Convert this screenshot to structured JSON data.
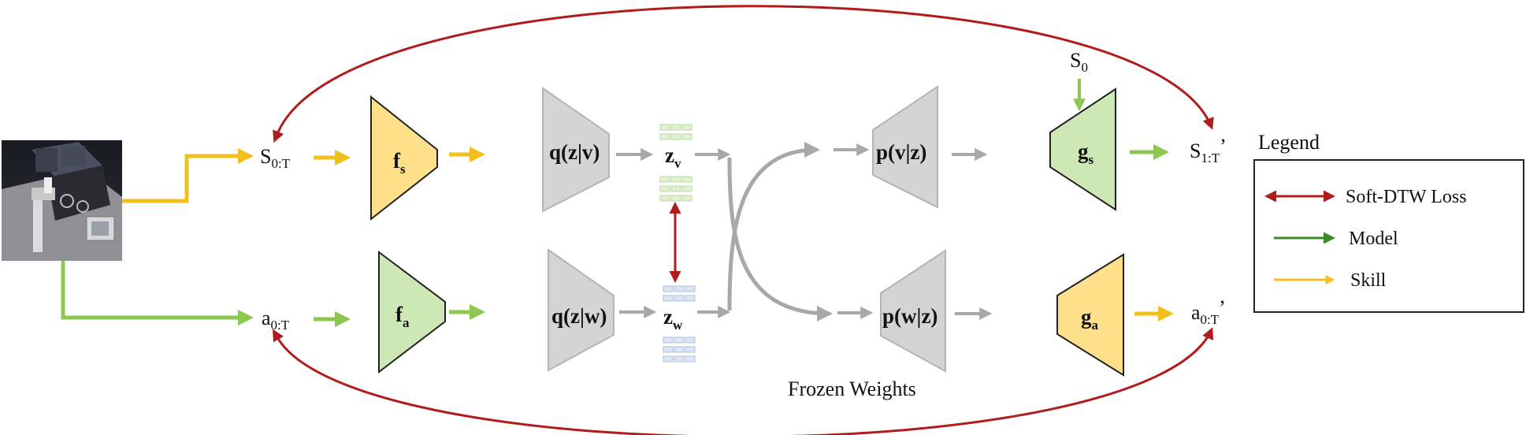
{
  "colors": {
    "loss": "#b01c1c",
    "model": "#3e8a2a",
    "skill": "#f2c01e",
    "green_line": "#8cc84f",
    "frozen": "#a8a8a8",
    "frozen_fill": "#d4d4d4",
    "green_fill": "#cde8b4",
    "yellow_fill": "#fee08b"
  },
  "inputs": {
    "state": "S",
    "state_sub": "0:T",
    "action": "a",
    "action_sub": "0:T"
  },
  "encoders": {
    "fs": "f",
    "fs_sub": "s",
    "fa": "f",
    "fa_sub": "a"
  },
  "posteriors": {
    "qzv": "q(z|v)",
    "qzw": "q(z|w)"
  },
  "latents": {
    "zv": "z",
    "zv_sub": "v",
    "zw": "z",
    "zw_sub": "w"
  },
  "priors": {
    "pvz": "p(v|z)",
    "pwz": "p(w|z)"
  },
  "decoders": {
    "gs": "g",
    "gs_sub": "s",
    "ga": "g",
    "ga_sub": "a"
  },
  "outputs": {
    "state": "S",
    "state_sub": "1:T",
    "state_prime": "’",
    "action": "a",
    "action_sub": "0:T",
    "action_prime": "’"
  },
  "s0": {
    "label": "S",
    "sub": "0"
  },
  "frozen_label": "Frozen Weights",
  "legend": {
    "title": "Legend",
    "items": [
      {
        "label": "Soft-DTW Loss",
        "icon": "double-arrow-red"
      },
      {
        "label": "Model",
        "icon": "arrow-dark-green"
      },
      {
        "label": "Skill",
        "icon": "arrow-yellow"
      }
    ]
  }
}
